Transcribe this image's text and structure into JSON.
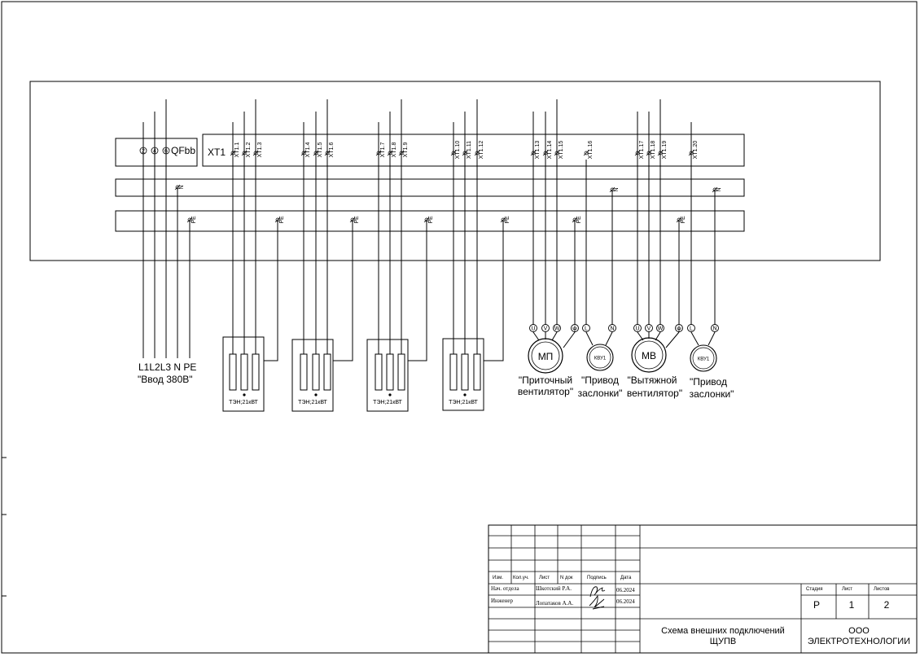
{
  "breaker": {
    "label": "QFbb",
    "poles": [
      "2",
      "4",
      "6"
    ]
  },
  "terminal_block": {
    "label": "XT1",
    "terminals": [
      "XT1.1",
      "XT1.2",
      "XT1.3",
      "XT1.4",
      "XT1.5",
      "XT1.6",
      "XT1.7",
      "XT1.8",
      "XT1.9",
      "XT1.10",
      "XT1.11",
      "XT1.12",
      "XT1.13",
      "XT1.14",
      "XT1.15",
      "XT1.16",
      "XT1.17",
      "XT1.18",
      "XT1.19",
      "XT1.20"
    ]
  },
  "buses": {
    "neutral": "N",
    "earth": "PE"
  },
  "input": {
    "phases": "L1L2L3 N PE",
    "caption": "\"Ввод 380В\""
  },
  "heaters": {
    "label": "ТЭН;21кВТ",
    "count": 4
  },
  "terminal_letters": {
    "u": "U",
    "v": "V",
    "w": "W",
    "l": "L",
    "n": "N"
  },
  "devices": {
    "supply_fan": {
      "symbol": "МП",
      "line1": "\"Приточный",
      "line2": "вентилятор\""
    },
    "supply_damper": {
      "symbol": "КВУ1",
      "line1": "\"Привод",
      "line2": "заслонки\""
    },
    "exhaust_fan": {
      "symbol": "МВ",
      "line1": "\"Вытяжной",
      "line2": "вентилятор\""
    },
    "exhaust_damper": {
      "symbol": "КВУ1",
      "line1": "\"Привод",
      "line2": "заслонки\""
    }
  },
  "title_block": {
    "headers": [
      "Изм.",
      "Кол.уч.",
      "Лист",
      "N док",
      "Подпись",
      "Дата"
    ],
    "rows": [
      {
        "role": "Нач. отдела",
        "name": "Шкотский Р.А.",
        "date": "06.2024"
      },
      {
        "role": "Инженер",
        "name": "Лопатаков А.А.",
        "date": "06.2024"
      }
    ],
    "stage_header": "Стадия",
    "sheet_header": "Лист",
    "sheets_header": "Листов",
    "stage": "Р",
    "sheet": "1",
    "sheets": "2",
    "title_line1": "Схема внешних подключений",
    "title_line2": "ЩУПВ",
    "org_line1": "ООО",
    "org_line2": "ЭЛЕКТРОТЕХНОЛОГИИ"
  }
}
